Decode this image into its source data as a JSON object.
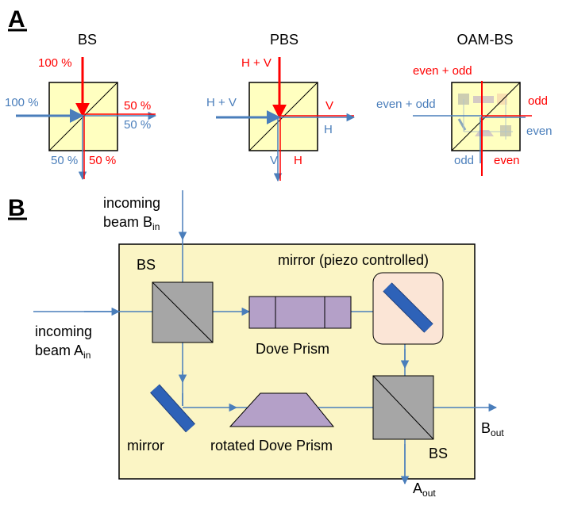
{
  "panel_a": {
    "label": "A",
    "bs": {
      "title": "BS",
      "in_top": "100 %",
      "in_left": "100 %",
      "out_right_red": "50 %",
      "out_right_blue": "50 %",
      "out_bottom_blue": "50 %",
      "out_bottom_red": "50 %"
    },
    "pbs": {
      "title": "PBS",
      "in_top": "H + V",
      "in_left": "H + V",
      "out_right_red": "V",
      "out_right_blue": "H",
      "out_bottom_blue": "V",
      "out_bottom_red": "H"
    },
    "oambs": {
      "title": "OAM-BS",
      "in_top": "even + odd",
      "in_left": "even + odd",
      "out_right_red": "odd",
      "out_right_blue": "even",
      "out_bottom_blue": "odd",
      "out_bottom_red": "even"
    }
  },
  "panel_b": {
    "label": "B",
    "incoming_b": "incoming",
    "incoming_b2": "beam B",
    "incoming_b_sub": "in",
    "incoming_a": "incoming",
    "incoming_a2": "beam A",
    "incoming_a_sub": "in",
    "bs_top": "BS",
    "bs_bottom": "BS",
    "mirror_piezo": "mirror (piezo controlled)",
    "dove_prism": "Dove Prism",
    "mirror": "mirror",
    "rotated_dove": "rotated Dove Prism",
    "b_out": "B",
    "b_out_sub": "out",
    "a_out": "A",
    "a_out_sub": "out"
  },
  "colors": {
    "red": "#ff0000",
    "blue": "#4a7ebb",
    "cube_fill": "#ffffc0",
    "panel_fill": "#fbf5c5",
    "gray_bs": "#a6a6a6",
    "prism": "#b4a0c8",
    "mirror": "#2e62b8",
    "piezo_box": "#fbe5d6"
  }
}
